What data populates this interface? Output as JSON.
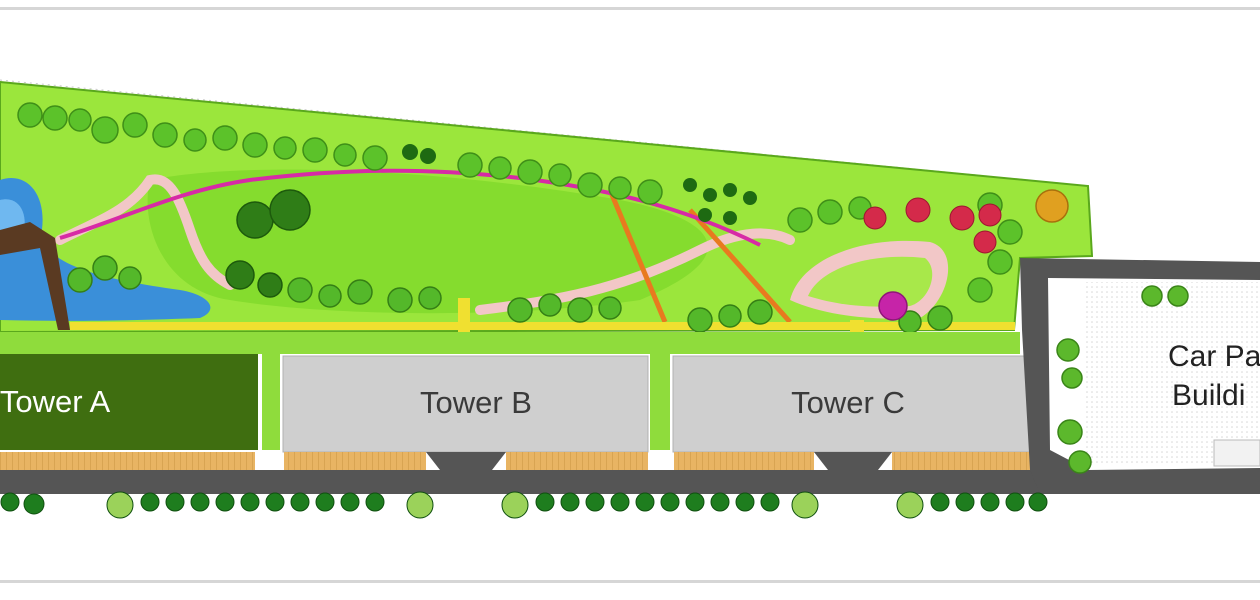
{
  "plan": {
    "towers": [
      {
        "id": "a",
        "label": "Tower A"
      },
      {
        "id": "b",
        "label": "Tower B"
      },
      {
        "id": "c",
        "label": "Tower C"
      }
    ],
    "car_park": {
      "line1": "Car Pa",
      "line2": "Buildi"
    },
    "colors": {
      "lawn": "#9be63c",
      "lawn_dark": "#6fcf24",
      "tower_a": "#3f6e10",
      "tower_bc": "#cfcfcf",
      "road": "#555555",
      "deck": "#e8b463",
      "path": "#f2c7c7",
      "water": "#3a8fd9",
      "hedge_magenta": "#d72aa6"
    }
  }
}
